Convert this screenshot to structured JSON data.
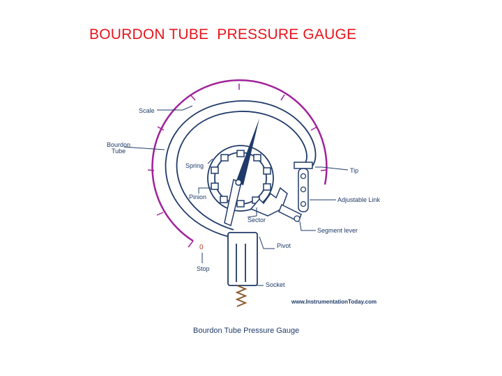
{
  "slide": {
    "title": "BOURDON TUBE  PRESSURE GAUGE"
  },
  "diagram": {
    "caption": "Bourdon Tube Pressure Gauge",
    "website": "www.InstrumentationToday.com",
    "zero_mark": "0",
    "labels": {
      "scale": "Scale",
      "bourdon_tube_line1": "Bourdon",
      "bourdon_tube_line2": "Tube",
      "spring": "Spring",
      "pinion": "Pinion",
      "sector": "Sector",
      "tip": "Tip",
      "adjustable_link": "Adjustable Link",
      "segment_lever": "Segment lever",
      "pivot": "Pivot",
      "stop": "Stop",
      "socket": "Socket"
    },
    "colors": {
      "title": "#e8141c",
      "scale": "#a0229a",
      "lines": "#1f3a68",
      "stop": "#c0392b",
      "socket_thread": "#8a5a2b"
    }
  }
}
